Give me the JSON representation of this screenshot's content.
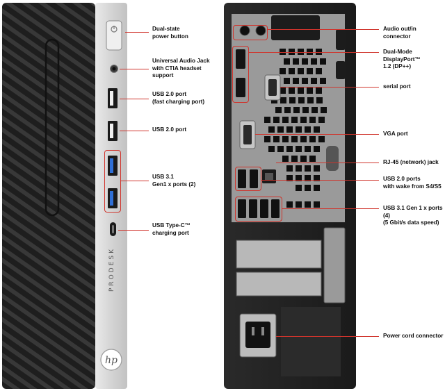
{
  "front": {
    "brand_vertical": "PRODESK",
    "callouts": [
      {
        "id": "power",
        "text": "Dual-state\npower button"
      },
      {
        "id": "audio",
        "text": "Universal Audio Jack\nwith CTIA headset\nsupport"
      },
      {
        "id": "usb2fast",
        "text": "USB 2.0 port\n(fast charging port)"
      },
      {
        "id": "usb2",
        "text": "USB 2.0 port"
      },
      {
        "id": "usb31",
        "text": "USB 3.1\nGen1 x ports (2)"
      },
      {
        "id": "usbc",
        "text": "USB Type-C™\ncharging port"
      }
    ]
  },
  "rear": {
    "callouts": [
      {
        "id": "audio_out",
        "text": "Audio out/in connector"
      },
      {
        "id": "dp",
        "text": "Dual-Mode DisplayPort™\n1.2 (DP++)"
      },
      {
        "id": "serial",
        "text": "serial port"
      },
      {
        "id": "vga",
        "text": "VGA port"
      },
      {
        "id": "rj45",
        "text": "RJ-45 (network) jack"
      },
      {
        "id": "usb2wake",
        "text": "USB 2.0 ports\nwith wake from S4/S5"
      },
      {
        "id": "usb31rear",
        "text": "USB 3.1 Gen 1 x ports (4)\n(5 Gbit/s data speed)"
      },
      {
        "id": "power_cord",
        "text": "Power cord connector"
      }
    ]
  },
  "colors": {
    "accent": "#d0342c",
    "chassis_dark": "#1c1c1c",
    "chassis_silver": "#c9c9c9"
  },
  "icons": [
    "hp-logo-icon",
    "usb-symbol-icon",
    "headset-icon"
  ]
}
